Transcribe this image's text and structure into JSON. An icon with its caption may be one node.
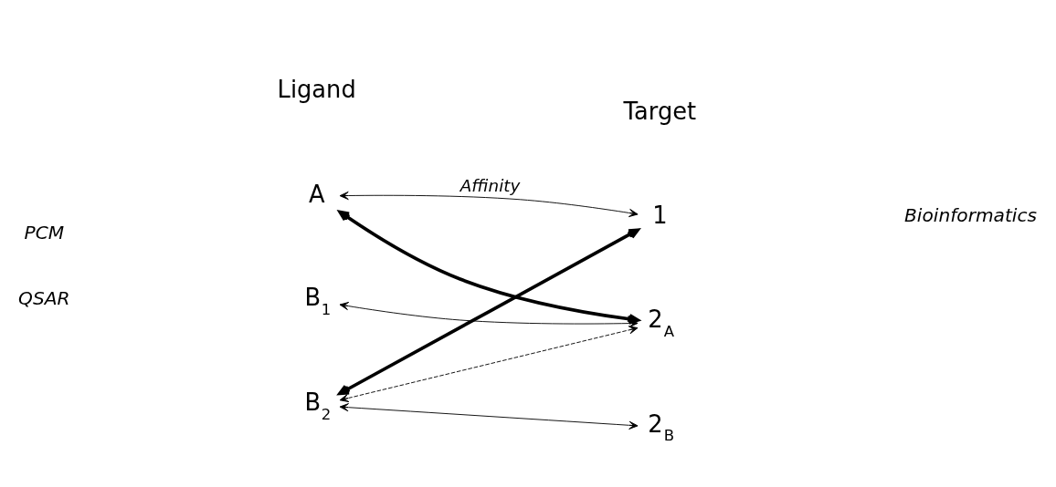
{
  "diagram": {
    "nodes": [
      {
        "text": [
          "A"
        ]
      },
      {
        "text": [
          "B$_{1}$"
        ]
      },
      {
        "text": [
          "B$_{2}$"
        ]
      },
      {
        "text": [
          "1"
        ]
      },
      {
        "text": [
          "2$_{A}$"
        ]
      },
      {
        "text": [
          "2$_{B}$"
        ]
      }
    ],
    "edges": [
      {
        "from": 0,
        "to": 3,
        "arrow": "both",
        "label": "Affinity"
      },
      {
        "from": 0,
        "to": 4,
        "arrow": "both",
        "style": "thick"
      },
      {
        "from": 2,
        "to": 3,
        "arrow": "both",
        "style": "thick"
      },
      {
        "from": 1,
        "to": 4,
        "arrow": "both"
      },
      {
        "from": 2,
        "to": 4,
        "arrow": "both",
        "style": "dashed"
      },
      {
        "from": 2,
        "to": 5,
        "arrow": "both"
      }
    ],
    "labels": [
      "Ligand",
      "Target",
      "PCM",
      "Bioinformatics",
      "QSAR"
    ]
  }
}
